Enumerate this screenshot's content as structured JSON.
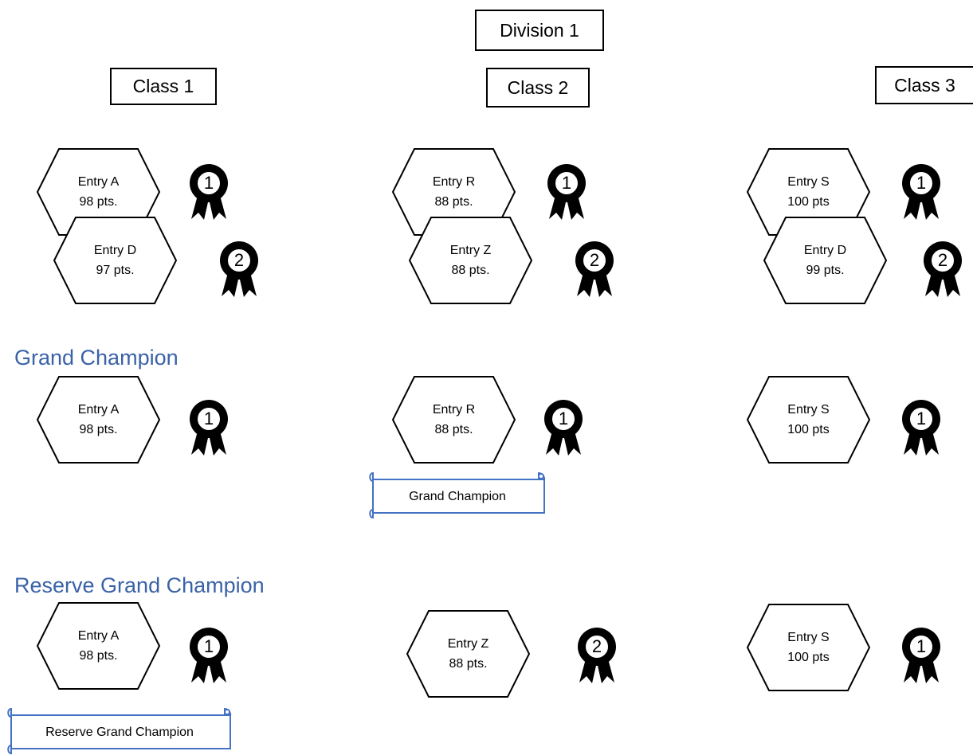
{
  "division": "Division 1",
  "classes": [
    "Class 1",
    "Class 2",
    "Class 3"
  ],
  "class_entries": {
    "c1_first": {
      "name": "Entry A",
      "score": "98 pts.",
      "place": "1"
    },
    "c1_second": {
      "name": "Entry D",
      "score": "97 pts.",
      "place": "2"
    },
    "c2_first": {
      "name": "Entry R",
      "score": "88 pts.",
      "place": "1"
    },
    "c2_second": {
      "name": "Entry Z",
      "score": "88 pts.",
      "place": "2"
    },
    "c3_first": {
      "name": "Entry S",
      "score": "100 pts",
      "place": "1"
    },
    "c3_second": {
      "name": "Entry D",
      "score": "99 pts.",
      "place": "2"
    }
  },
  "grand": {
    "title": "Grand Champion",
    "c1": {
      "name": "Entry A",
      "score": "98 pts.",
      "place": "1"
    },
    "c2": {
      "name": "Entry R",
      "score": "88 pts.",
      "place": "1"
    },
    "c3": {
      "name": "Entry S",
      "score": "100 pts",
      "place": "1"
    },
    "banner": "Grand Champion"
  },
  "reserve": {
    "title": "Reserve Grand Champion",
    "c1": {
      "name": "Entry A",
      "score": "98 pts.",
      "place": "1"
    },
    "c2": {
      "name": "Entry Z",
      "score": "88 pts.",
      "place": "2"
    },
    "c3": {
      "name": "Entry S",
      "score": "100 pts",
      "place": "1"
    },
    "banner": "Reserve Grand Champion"
  },
  "colors": {
    "title_blue": "#3a62a8",
    "banner_blue": "#4472c4"
  },
  "icons": {
    "award": "award-ribbon-icon",
    "banner": "scroll-banner-icon"
  }
}
